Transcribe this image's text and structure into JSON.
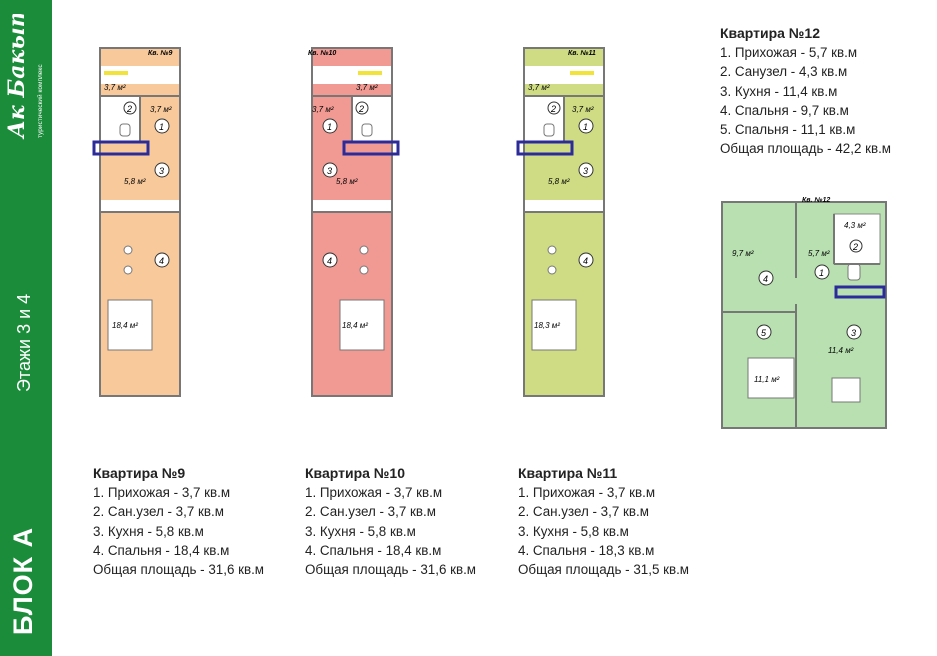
{
  "sidebar": {
    "logo_text": "Ак Бакыт",
    "logo_subtitle": "туристический комплекс",
    "floors": "Этажи 3 и 4",
    "block": "БЛОК А"
  },
  "colors": {
    "sidebar_green": "#1a8c3a",
    "apt9_fill": "#f8c99b",
    "apt10_fill": "#f19a93",
    "apt11_fill": "#cfdc84",
    "apt12_fill": "#b8e0b0",
    "window_marker": "#2b2b9a"
  },
  "plans": {
    "p9": {
      "tag": "Кв. №9",
      "a1": "3,7 м²",
      "a2": "3,7 м²",
      "a3": "5,8 м²",
      "a4": "18,4 м²",
      "n1": "1",
      "n2": "2",
      "n3": "3",
      "n4": "4"
    },
    "p10": {
      "tag": "Кв. №10",
      "a1": "3,7 м²",
      "a2": "3,7 м²",
      "a3": "5,8 м²",
      "a4": "18,4 м²",
      "n1": "1",
      "n2": "2",
      "n3": "3",
      "n4": "4"
    },
    "p11": {
      "tag": "Кв. №11",
      "a1": "3,7 м²",
      "a2": "3,7 м²",
      "a3": "5,8 м²",
      "a4": "18,3 м²",
      "n1": "1",
      "n2": "2",
      "n3": "3",
      "n4": "4"
    },
    "p12": {
      "tag": "Кв. №12",
      "a1": "5,7 м²",
      "a2": "4,3 м²",
      "a3": "11,4 м²",
      "a4": "9,7 м²",
      "a5": "11,1 м²",
      "n1": "1",
      "n2": "2",
      "n3": "3",
      "n4": "4",
      "n5": "5"
    }
  },
  "apartments": [
    {
      "title": "Квартира №9",
      "lines": [
        "1. Прихожая - 3,7 кв.м",
        "2. Сан.узел - 3,7 кв.м",
        "3. Кухня - 5,8 кв.м",
        "4. Спальня - 18,4 кв.м",
        "Общая площадь - 31,6 кв.м"
      ]
    },
    {
      "title": "Квартира №10",
      "lines": [
        "1. Прихожая - 3,7 кв.м",
        "2. Сан.узел - 3,7 кв.м",
        "3. Кухня - 5,8 кв.м",
        "4. Спальня - 18,4 кв.м",
        "Общая площадь - 31,6 кв.м"
      ]
    },
    {
      "title": "Квартира №11",
      "lines": [
        "1. Прихожая - 3,7 кв.м",
        "2. Сан.узел - 3,7 кв.м",
        "3. Кухня - 5,8 кв.м",
        "4. Спальня - 18,3 кв.м",
        "Общая площадь - 31,5 кв.м"
      ]
    },
    {
      "title": "Квартира №12",
      "lines": [
        "1. Прихожая - 5,7 кв.м",
        "2. Санузел - 4,3 кв.м",
        "3. Кухня - 11,4 кв.м",
        "4. Спальня - 9,7 кв.м",
        "5. Спальня - 11,1 кв.м",
        "Общая площадь - 42,2 кв.м"
      ]
    }
  ]
}
